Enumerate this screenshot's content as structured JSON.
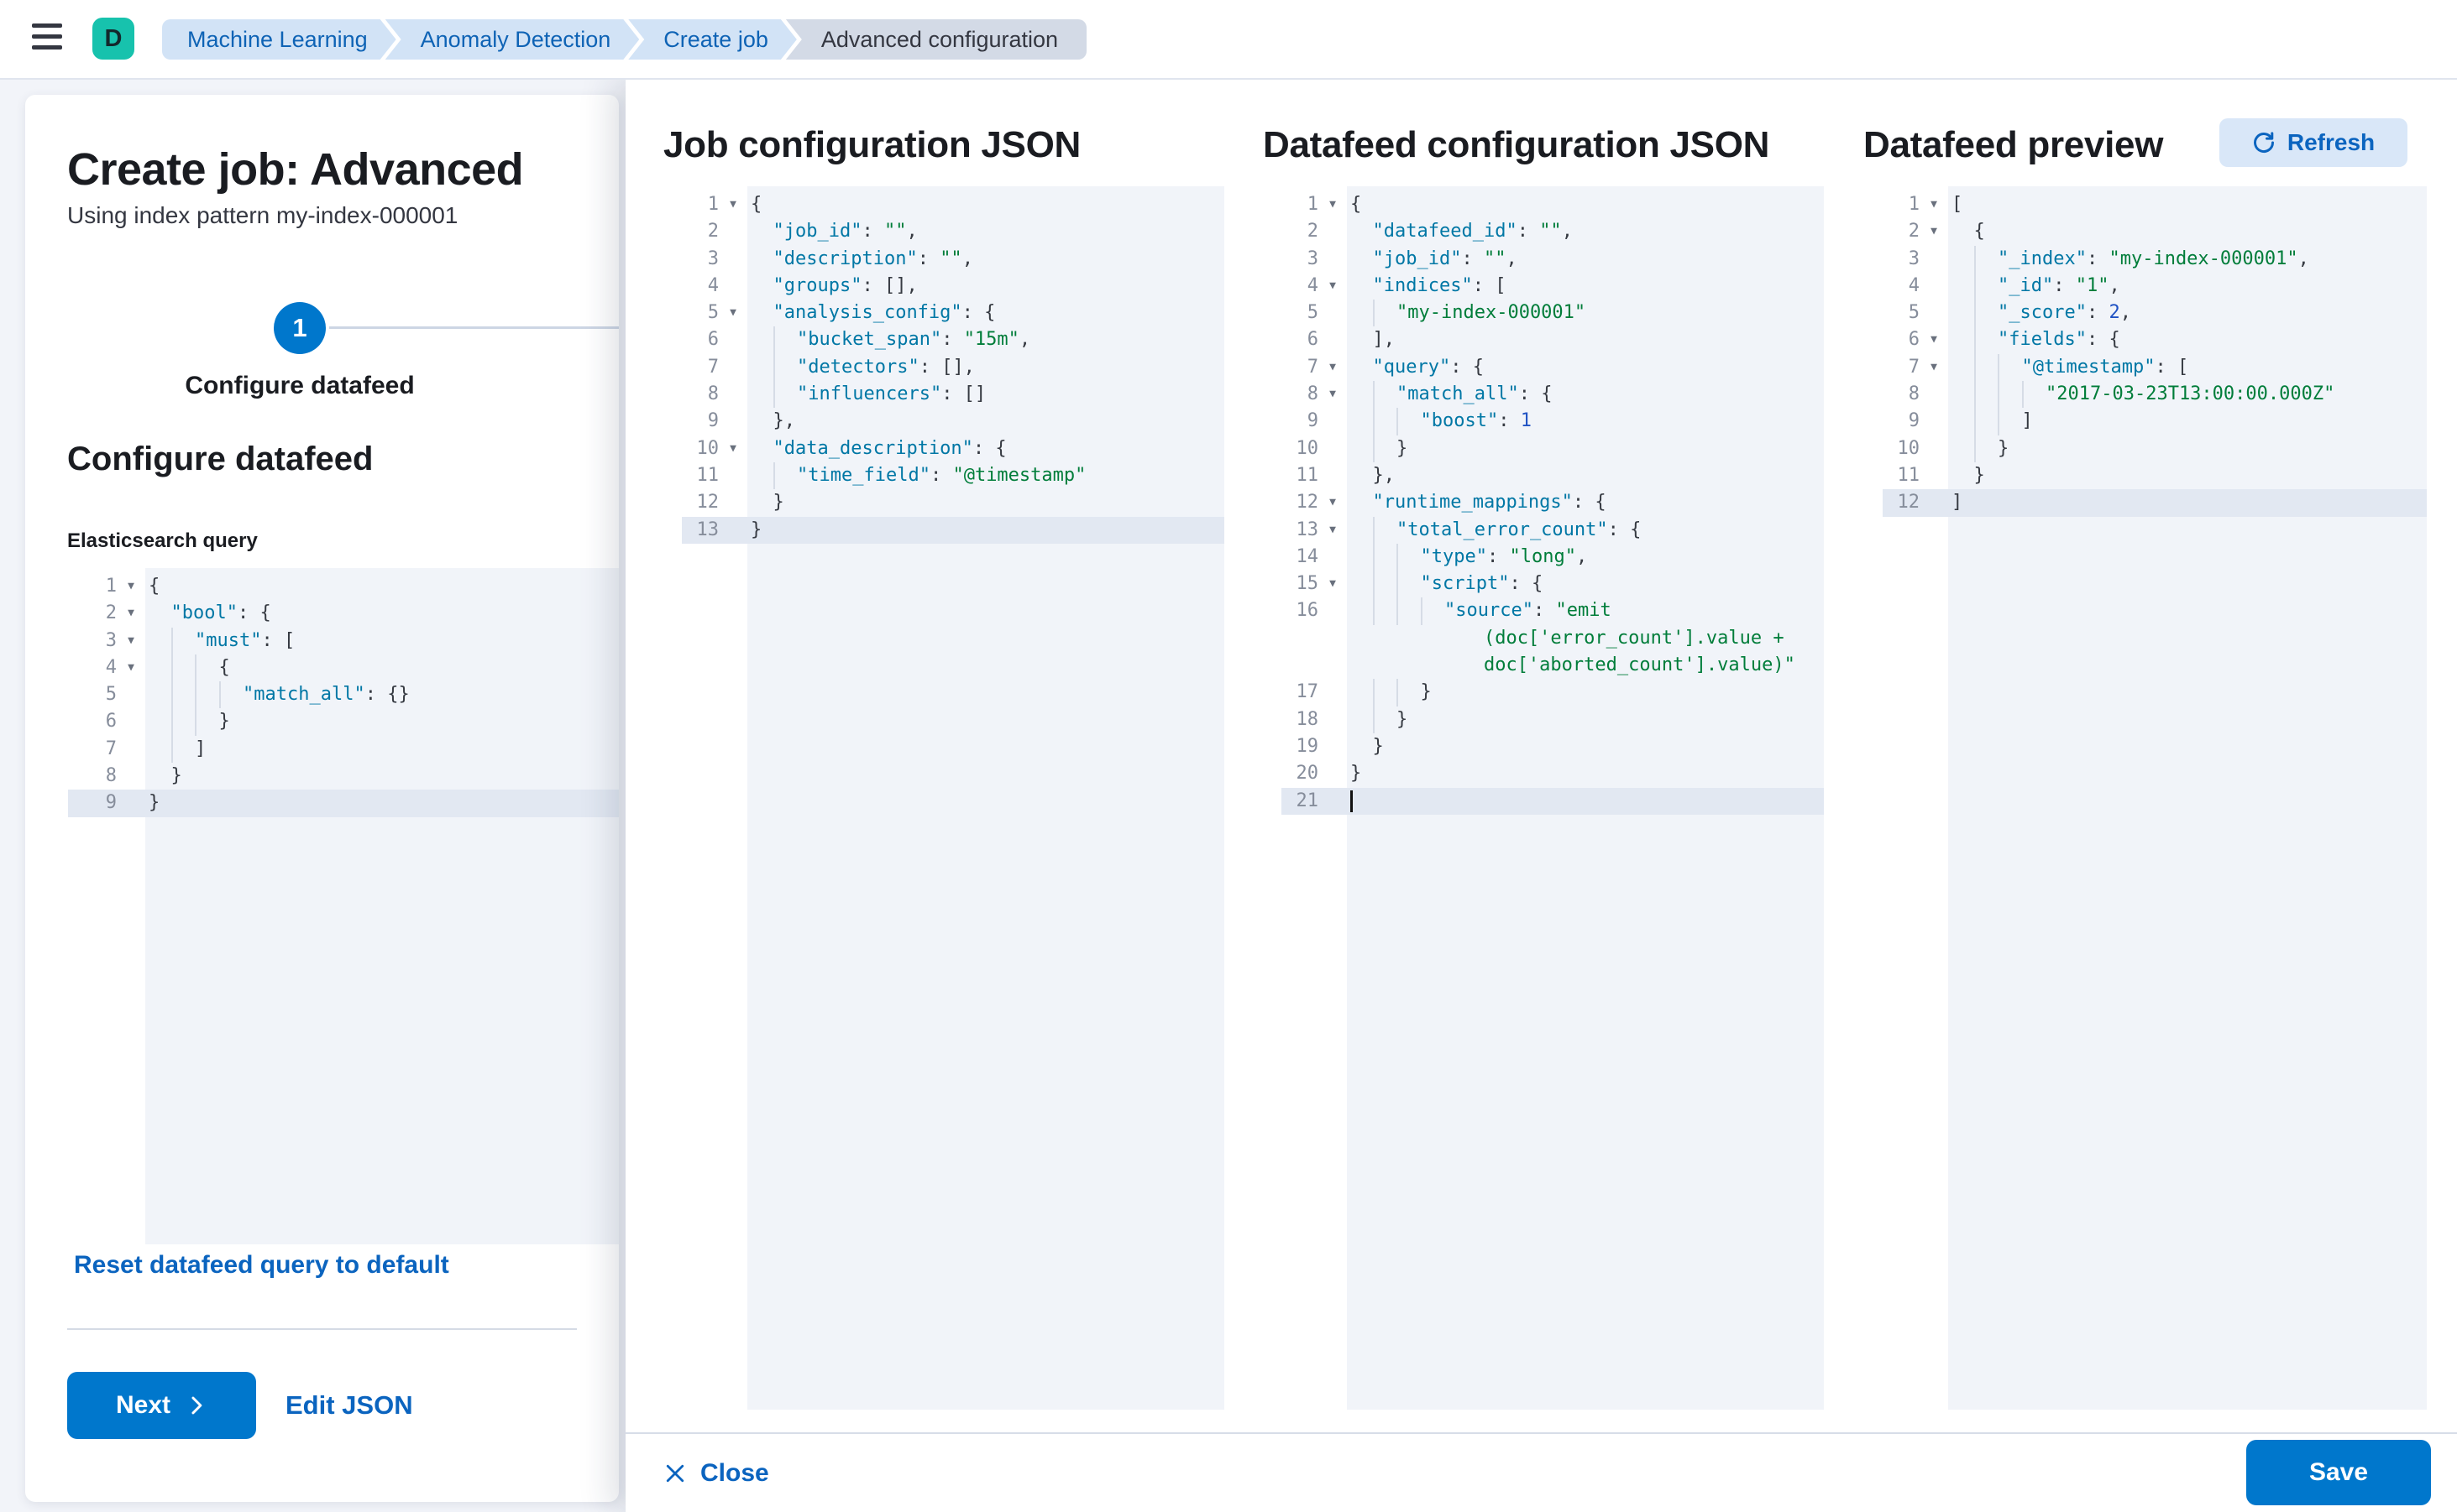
{
  "topbar": {
    "logo_letter": "D",
    "breadcrumbs": [
      {
        "label": "Machine Learning"
      },
      {
        "label": "Anomaly Detection"
      },
      {
        "label": "Create job"
      },
      {
        "label": "Advanced configuration"
      }
    ]
  },
  "wizard": {
    "title": "Create job: Advanced",
    "subtitle": "Using index pattern my-index-000001",
    "step_number": "1",
    "step_label": "Configure datafeed",
    "section_heading": "Configure datafeed",
    "query_label": "Elasticsearch query",
    "reset_link": "Reset datafeed query to default",
    "next_label": "Next",
    "edit_json_label": "Edit JSON"
  },
  "flyout": {
    "columns": [
      {
        "title": "Job configuration JSON"
      },
      {
        "title": "Datafeed configuration JSON"
      },
      {
        "title": "Datafeed preview"
      }
    ],
    "refresh_label": "Refresh",
    "close_label": "Close",
    "save_label": "Save"
  },
  "colors": {
    "primary": "#0077cc",
    "link_blue": "#0b64bf",
    "logo_teal": "#17c2ad",
    "breadcrumb_blue_bg": "#d2e3f6",
    "editor_bg": "#f1f4f9",
    "active_line_bg": "#e2e8f2",
    "json_key": "#0077a5",
    "json_string": "#007d3a",
    "json_number": "#2052c3"
  },
  "editors": {
    "es_query": {
      "lines": [
        {
          "n": 1,
          "fold": true,
          "indent": 0,
          "tokens": [
            [
              "p",
              "{"
            ]
          ]
        },
        {
          "n": 2,
          "fold": true,
          "indent": 1,
          "tokens": [
            [
              "k",
              "\"bool\""
            ],
            [
              "p",
              ": {"
            ]
          ]
        },
        {
          "n": 3,
          "fold": true,
          "indent": 2,
          "tokens": [
            [
              "k",
              "\"must\""
            ],
            [
              "p",
              ": ["
            ]
          ]
        },
        {
          "n": 4,
          "fold": true,
          "indent": 3,
          "tokens": [
            [
              "p",
              "{"
            ]
          ]
        },
        {
          "n": 5,
          "indent": 4,
          "tokens": [
            [
              "k",
              "\"match_all\""
            ],
            [
              "p",
              ": {}"
            ]
          ]
        },
        {
          "n": 6,
          "indent": 3,
          "tokens": [
            [
              "p",
              "}"
            ]
          ]
        },
        {
          "n": 7,
          "indent": 2,
          "tokens": [
            [
              "p",
              "]"
            ]
          ]
        },
        {
          "n": 8,
          "indent": 1,
          "tokens": [
            [
              "p",
              "}"
            ]
          ]
        },
        {
          "n": 9,
          "hl": true,
          "indent": 0,
          "tokens": [
            [
              "p",
              "}"
            ]
          ]
        }
      ]
    },
    "job_config": {
      "lines": [
        {
          "n": 1,
          "fold": true,
          "indent": 0,
          "tokens": [
            [
              "p",
              "{"
            ]
          ]
        },
        {
          "n": 2,
          "indent": 1,
          "tokens": [
            [
              "k",
              "\"job_id\""
            ],
            [
              "p",
              ": "
            ],
            [
              "s",
              "\"\""
            ],
            [
              "p",
              ","
            ]
          ]
        },
        {
          "n": 3,
          "indent": 1,
          "tokens": [
            [
              "k",
              "\"description\""
            ],
            [
              "p",
              ": "
            ],
            [
              "s",
              "\"\""
            ],
            [
              "p",
              ","
            ]
          ]
        },
        {
          "n": 4,
          "indent": 1,
          "tokens": [
            [
              "k",
              "\"groups\""
            ],
            [
              "p",
              ": [],"
            ]
          ]
        },
        {
          "n": 5,
          "fold": true,
          "indent": 1,
          "tokens": [
            [
              "k",
              "\"analysis_config\""
            ],
            [
              "p",
              ": {"
            ]
          ]
        },
        {
          "n": 6,
          "indent": 2,
          "tokens": [
            [
              "k",
              "\"bucket_span\""
            ],
            [
              "p",
              ": "
            ],
            [
              "s",
              "\"15m\""
            ],
            [
              "p",
              ","
            ]
          ]
        },
        {
          "n": 7,
          "indent": 2,
          "tokens": [
            [
              "k",
              "\"detectors\""
            ],
            [
              "p",
              ": [],"
            ]
          ]
        },
        {
          "n": 8,
          "indent": 2,
          "tokens": [
            [
              "k",
              "\"influencers\""
            ],
            [
              "p",
              ": []"
            ]
          ]
        },
        {
          "n": 9,
          "indent": 1,
          "tokens": [
            [
              "p",
              "},"
            ]
          ]
        },
        {
          "n": 10,
          "fold": true,
          "indent": 1,
          "tokens": [
            [
              "k",
              "\"data_description\""
            ],
            [
              "p",
              ": {"
            ]
          ]
        },
        {
          "n": 11,
          "indent": 2,
          "tokens": [
            [
              "k",
              "\"time_field\""
            ],
            [
              "p",
              ": "
            ],
            [
              "s",
              "\"@timestamp\""
            ]
          ]
        },
        {
          "n": 12,
          "indent": 1,
          "tokens": [
            [
              "p",
              "}"
            ]
          ]
        },
        {
          "n": 13,
          "hl": true,
          "indent": 0,
          "tokens": [
            [
              "p",
              "}"
            ]
          ]
        }
      ]
    },
    "datafeed_config": {
      "lines": [
        {
          "n": 1,
          "fold": true,
          "indent": 0,
          "tokens": [
            [
              "p",
              "{"
            ]
          ]
        },
        {
          "n": 2,
          "indent": 1,
          "tokens": [
            [
              "k",
              "\"datafeed_id\""
            ],
            [
              "p",
              ": "
            ],
            [
              "s",
              "\"\""
            ],
            [
              "p",
              ","
            ]
          ]
        },
        {
          "n": 3,
          "indent": 1,
          "tokens": [
            [
              "k",
              "\"job_id\""
            ],
            [
              "p",
              ": "
            ],
            [
              "s",
              "\"\""
            ],
            [
              "p",
              ","
            ]
          ]
        },
        {
          "n": 4,
          "fold": true,
          "indent": 1,
          "tokens": [
            [
              "k",
              "\"indices\""
            ],
            [
              "p",
              ": ["
            ]
          ]
        },
        {
          "n": 5,
          "indent": 2,
          "tokens": [
            [
              "s",
              "\"my-index-000001\""
            ]
          ]
        },
        {
          "n": 6,
          "indent": 1,
          "tokens": [
            [
              "p",
              "],"
            ]
          ]
        },
        {
          "n": 7,
          "fold": true,
          "indent": 1,
          "tokens": [
            [
              "k",
              "\"query\""
            ],
            [
              "p",
              ": {"
            ]
          ]
        },
        {
          "n": 8,
          "fold": true,
          "indent": 2,
          "tokens": [
            [
              "k",
              "\"match_all\""
            ],
            [
              "p",
              ": {"
            ]
          ]
        },
        {
          "n": 9,
          "indent": 3,
          "tokens": [
            [
              "k",
              "\"boost\""
            ],
            [
              "p",
              ": "
            ],
            [
              "n",
              "1"
            ]
          ]
        },
        {
          "n": 10,
          "indent": 2,
          "tokens": [
            [
              "p",
              "}"
            ]
          ]
        },
        {
          "n": 11,
          "indent": 1,
          "tokens": [
            [
              "p",
              "},"
            ]
          ]
        },
        {
          "n": 12,
          "fold": true,
          "indent": 1,
          "tokens": [
            [
              "k",
              "\"runtime_mappings\""
            ],
            [
              "p",
              ": {"
            ]
          ]
        },
        {
          "n": 13,
          "fold": true,
          "indent": 2,
          "tokens": [
            [
              "k",
              "\"total_error_count\""
            ],
            [
              "p",
              ": {"
            ]
          ]
        },
        {
          "n": 14,
          "indent": 3,
          "tokens": [
            [
              "k",
              "\"type\""
            ],
            [
              "p",
              ": "
            ],
            [
              "s",
              "\"long\""
            ],
            [
              "p",
              ","
            ]
          ]
        },
        {
          "n": 15,
          "fold": true,
          "indent": 3,
          "tokens": [
            [
              "k",
              "\"script\""
            ],
            [
              "p",
              ": {"
            ]
          ]
        },
        {
          "n": 16,
          "indent": 4,
          "tokens": [
            [
              "k",
              "\"source\""
            ],
            [
              "p",
              ": "
            ],
            [
              "s",
              "\"emit"
            ]
          ]
        },
        {
          "cont": true,
          "indent": 0,
          "tokens": [
            [
              "w",
              "            "
            ],
            [
              "s",
              "(doc['error_count'].value +"
            ]
          ]
        },
        {
          "cont": true,
          "indent": 0,
          "tokens": [
            [
              "w",
              "            "
            ],
            [
              "s",
              "doc['aborted_count'].value)\""
            ]
          ]
        },
        {
          "n": 17,
          "indent": 3,
          "tokens": [
            [
              "p",
              "}"
            ]
          ]
        },
        {
          "n": 18,
          "indent": 2,
          "tokens": [
            [
              "p",
              "}"
            ]
          ]
        },
        {
          "n": 19,
          "indent": 1,
          "tokens": [
            [
              "p",
              "}"
            ]
          ]
        },
        {
          "n": 20,
          "indent": 0,
          "tokens": [
            [
              "p",
              "}"
            ]
          ]
        },
        {
          "n": 21,
          "hl": true,
          "cursor": true,
          "indent": 0,
          "tokens": []
        }
      ]
    },
    "datafeed_preview": {
      "lines": [
        {
          "n": 1,
          "fold": true,
          "indent": 0,
          "tokens": [
            [
              "p",
              "["
            ]
          ]
        },
        {
          "n": 2,
          "fold": true,
          "indent": 1,
          "tokens": [
            [
              "p",
              "{"
            ]
          ]
        },
        {
          "n": 3,
          "indent": 2,
          "tokens": [
            [
              "k",
              "\"_index\""
            ],
            [
              "p",
              ": "
            ],
            [
              "s",
              "\"my-index-000001\""
            ],
            [
              "p",
              ","
            ]
          ]
        },
        {
          "n": 4,
          "indent": 2,
          "tokens": [
            [
              "k",
              "\"_id\""
            ],
            [
              "p",
              ": "
            ],
            [
              "s",
              "\"1\""
            ],
            [
              "p",
              ","
            ]
          ]
        },
        {
          "n": 5,
          "indent": 2,
          "tokens": [
            [
              "k",
              "\"_score\""
            ],
            [
              "p",
              ": "
            ],
            [
              "n",
              "2"
            ],
            [
              "p",
              ","
            ]
          ]
        },
        {
          "n": 6,
          "fold": true,
          "indent": 2,
          "tokens": [
            [
              "k",
              "\"fields\""
            ],
            [
              "p",
              ": {"
            ]
          ]
        },
        {
          "n": 7,
          "fold": true,
          "indent": 3,
          "tokens": [
            [
              "k",
              "\"@timestamp\""
            ],
            [
              "p",
              ": ["
            ]
          ]
        },
        {
          "n": 8,
          "indent": 4,
          "tokens": [
            [
              "s",
              "\"2017-03-23T13:00:00.000Z\""
            ]
          ]
        },
        {
          "n": 9,
          "indent": 3,
          "tokens": [
            [
              "p",
              "]"
            ]
          ]
        },
        {
          "n": 10,
          "indent": 2,
          "tokens": [
            [
              "p",
              "}"
            ]
          ]
        },
        {
          "n": 11,
          "indent": 1,
          "tokens": [
            [
              "p",
              "}"
            ]
          ]
        },
        {
          "n": 12,
          "hl": true,
          "indent": 0,
          "tokens": [
            [
              "p",
              "]"
            ]
          ]
        }
      ]
    }
  }
}
